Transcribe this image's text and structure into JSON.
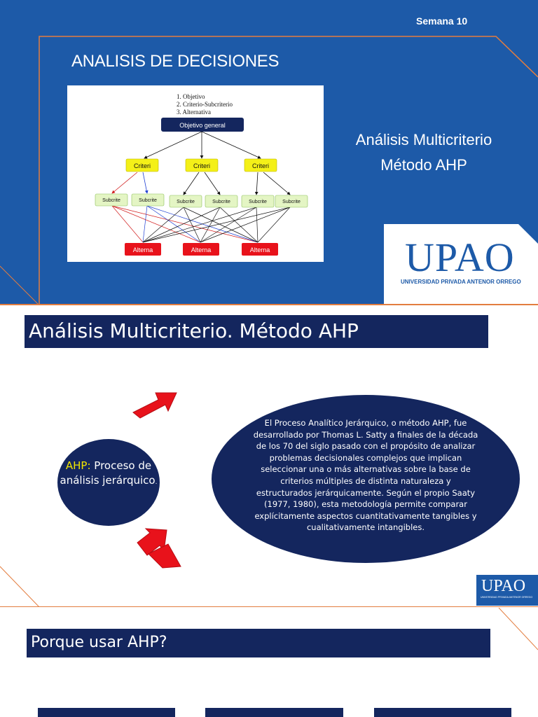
{
  "slide1": {
    "week": "Semana 10",
    "title": "ANALISIS DE DECISIONES",
    "subtitle_line1": "Análisis Multicriterio",
    "subtitle_line2": "Método AHP",
    "diagram": {
      "list": [
        "1.  Objetivo",
        "2.  Criterio-Subcriterio",
        "3.  Alternativa"
      ],
      "goal": "Objetivo general",
      "criteria": [
        "Criteri",
        "Criteri",
        "Criteri"
      ],
      "subcriteria": [
        "Subcrite",
        "Subcrite",
        "Subcrite",
        "Subcrite",
        "Subcrite",
        "Subcrite"
      ],
      "alternatives": [
        "Alterna",
        "Alterna",
        "Alterna"
      ]
    },
    "logo": "UPAO",
    "logo_sub": "UNIVERSIDAD PRIVADA ANTENOR ORREGO"
  },
  "slide2": {
    "title": "Análisis Multicriterio. Método AHP",
    "ahp_prefix": "AHP:",
    "ahp_rest": " Proceso de análisis jerárquico",
    "ahp_dot": ".",
    "description": "El Proceso Analítico Jerárquico, o método AHP, fue desarrollado por Thomas L. Satty a finales de la década de los 70 del siglo pasado con el propósito de analizar problemas decisionales complejos que implican seleccionar una o más alternativas sobre la base de criterios múltiples de distinta naturaleza y estructurados jerárquicamente. Según el propio Saaty (1977, 1980), esta metodología permite comparar explícitamente aspectos cuantitativamente tangibles y cualitativamente intangibles.",
    "logo": "UPAO",
    "logo_sub": "UNIVERSIDAD PRIVADA ANTENOR ORREGO"
  },
  "slide3": {
    "title": "Porque usar AHP?"
  },
  "colors": {
    "slide1_bg": "#1d5aa8",
    "navy": "#14265e",
    "orange": "#e37d3f",
    "highlight": "#f2e600",
    "arrow_red": "#e8121b"
  }
}
